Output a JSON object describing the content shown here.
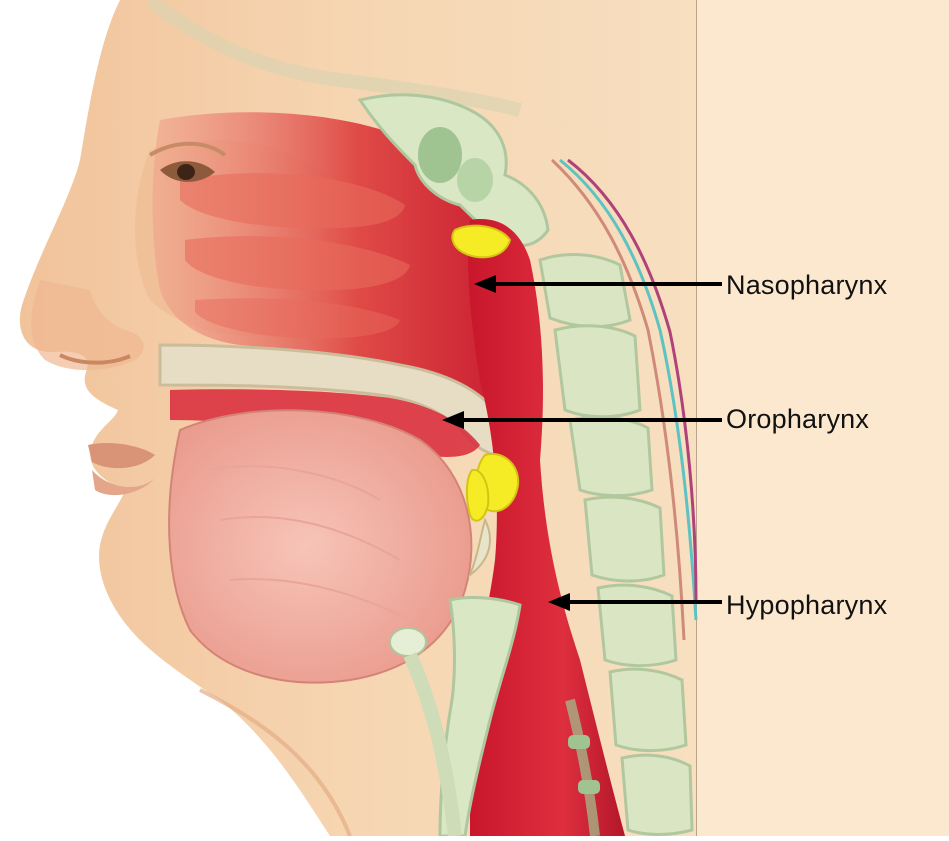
{
  "labels": {
    "nasopharynx": "Nasopharynx",
    "oropharynx": "Oropharynx",
    "hypopharynx": "Hypopharynx"
  },
  "colors": {
    "skin": "#f3cfa6",
    "skin_shadow": "#e4ad85",
    "background_panel": "#fbe8cf",
    "pharynx_red": "#d8283a",
    "pharynx_dark": "#b3172a",
    "tongue_pink": "#f2a9a0",
    "bone": "#d9e7c4",
    "bone_dark": "#9fc492",
    "tonsil_yellow": "#f5ec26",
    "arrow": "#000000"
  }
}
